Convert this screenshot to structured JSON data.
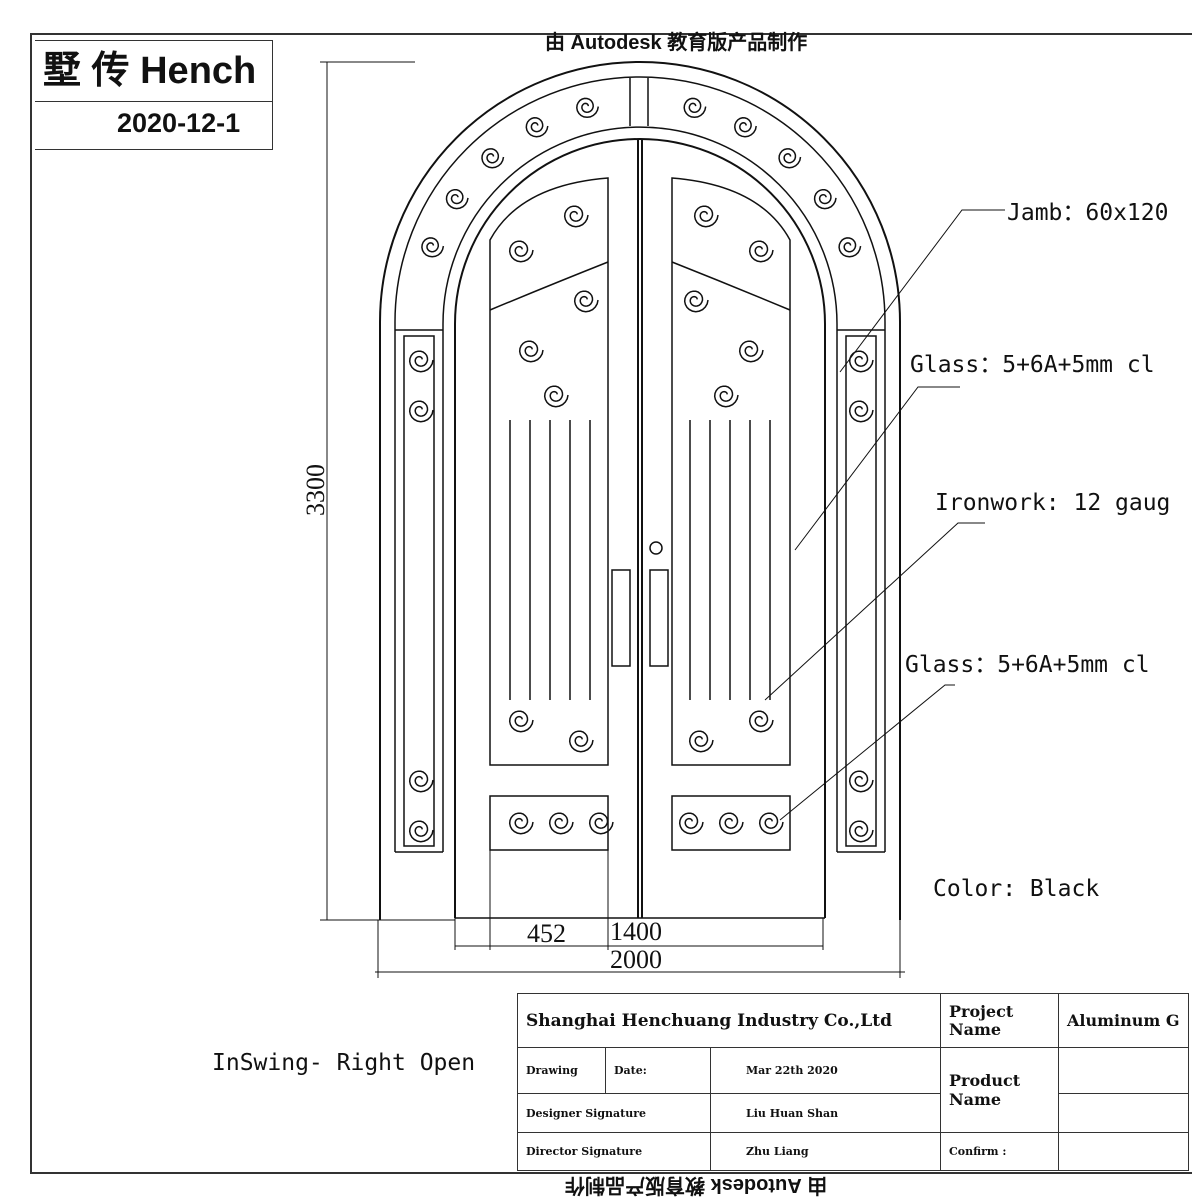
{
  "watermark_top": "由 Autodesk 教育版产品制作",
  "watermark_bottom": "由 Autodesk 教育版产品制作",
  "logo": {
    "title": "墅 传 Hench",
    "date": "2020-12-1"
  },
  "dimensions": {
    "height": "3300",
    "sidelight_panel": "452",
    "door_width": "1400",
    "total_width": "2000"
  },
  "annotations": {
    "jamb": "Jamb：60x120",
    "glass_upper": "Glass：5+6A+5mm cl",
    "ironwork": "Ironwork: 12 gaug",
    "glass_lower": "Glass：5+6A+5mm cl",
    "color": "Color: Black",
    "swing": "InSwing- Right Open"
  },
  "title_block": {
    "company": "Shanghai Henchuang Industry Co.,Ltd",
    "project_name_label": "Project Name",
    "project_name_value": "Aluminum G",
    "drawing_label": "Drawing",
    "date_label": "Date:",
    "date_value": "Mar 22th 2020",
    "product_name_label": "Product Name",
    "designer_label": "Designer Signature",
    "designer_value": "Liu Huan Shan",
    "director_label": "Director Signature",
    "director_value": "Zhu Liang",
    "confirm_label": "Confirm :"
  }
}
